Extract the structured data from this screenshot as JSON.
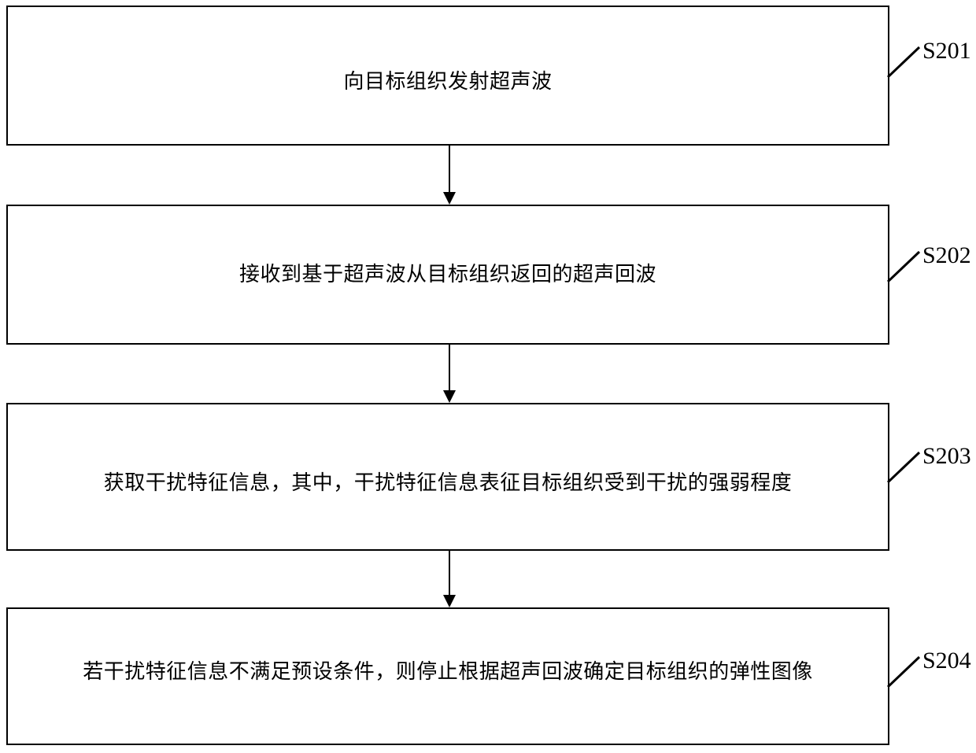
{
  "figure": {
    "type": "flowchart",
    "orientation": "vertical",
    "background_color": "#ffffff",
    "line_color": "#000000",
    "nodes": [
      {
        "id": "S201",
        "step_label": "S201",
        "text": "向目标组织发射超声波"
      },
      {
        "id": "S202",
        "step_label": "S202",
        "text": "接收到基于超声波从目标组织返回的超声回波"
      },
      {
        "id": "S203",
        "step_label": "S203",
        "text": "获取干扰特征信息，其中，干扰特征信息表征目标组织受到干扰的强弱程度"
      },
      {
        "id": "S204",
        "step_label": "S204",
        "text": "若干扰特征信息不满足预设条件，则停止根据超声回波确定目标组织的弹性图像"
      }
    ],
    "connectors": [
      {
        "from": "S201",
        "to": "S202",
        "arrow": "down-arrow"
      },
      {
        "from": "S202",
        "to": "S203",
        "arrow": "down-arrow"
      },
      {
        "from": "S203",
        "to": "S204",
        "arrow": "down-arrow"
      }
    ]
  }
}
